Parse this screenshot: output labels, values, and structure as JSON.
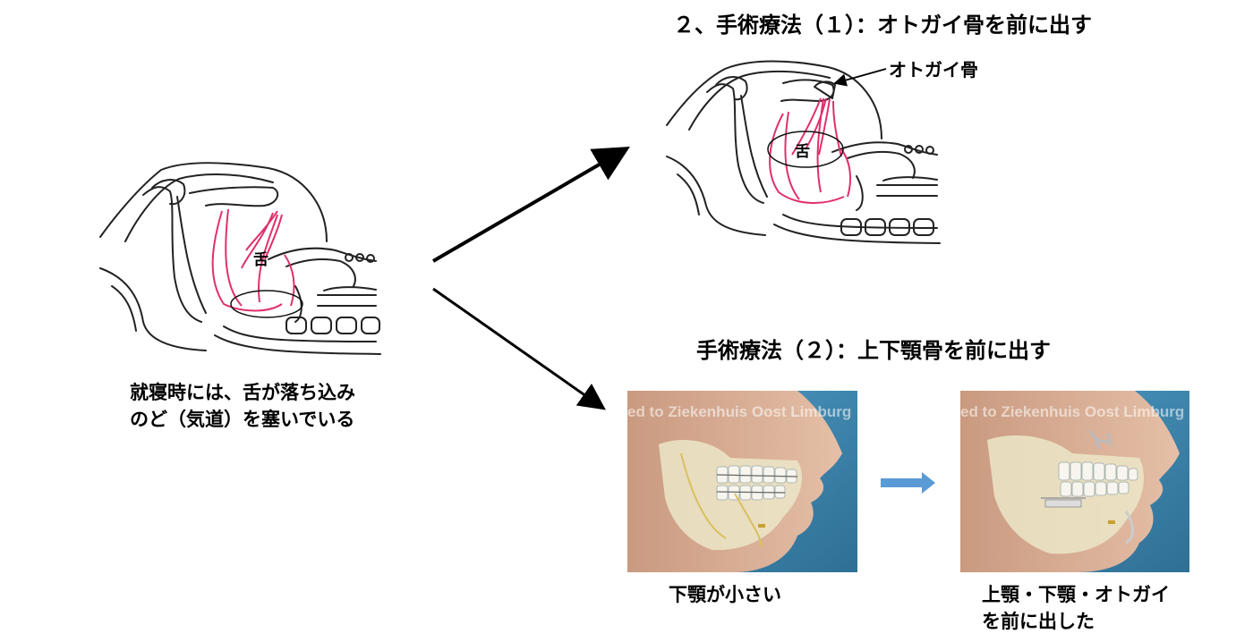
{
  "left": {
    "tongue_label": "舌",
    "caption_line1": "就寝時には、舌が落ち込み",
    "caption_line2": "のど（気道）を塞いでいる"
  },
  "surgery1": {
    "title": "２、手術療法（１）：オトガイ骨を前に出す",
    "bone_label": "オトガイ骨",
    "tongue_label": "舌"
  },
  "surgery2": {
    "title": "手術療法（２）：上下顎骨を前に出す",
    "before_watermark": "ed to Ziekenhuis Oost Limburg",
    "after_watermark": "ed to Ziekenhuis Oost Limburg",
    "before_caption": "下顎が小さい",
    "after_caption_line1": "上顎・下顎・オトガイ",
    "after_caption_line2": "を前に出した"
  },
  "colors": {
    "muscle": "#e0306a",
    "photo_bg": "#3f8fb8",
    "arrow_blue": "#5b9bd5",
    "skin": "#d9b299",
    "bone": "#ece6c8"
  }
}
